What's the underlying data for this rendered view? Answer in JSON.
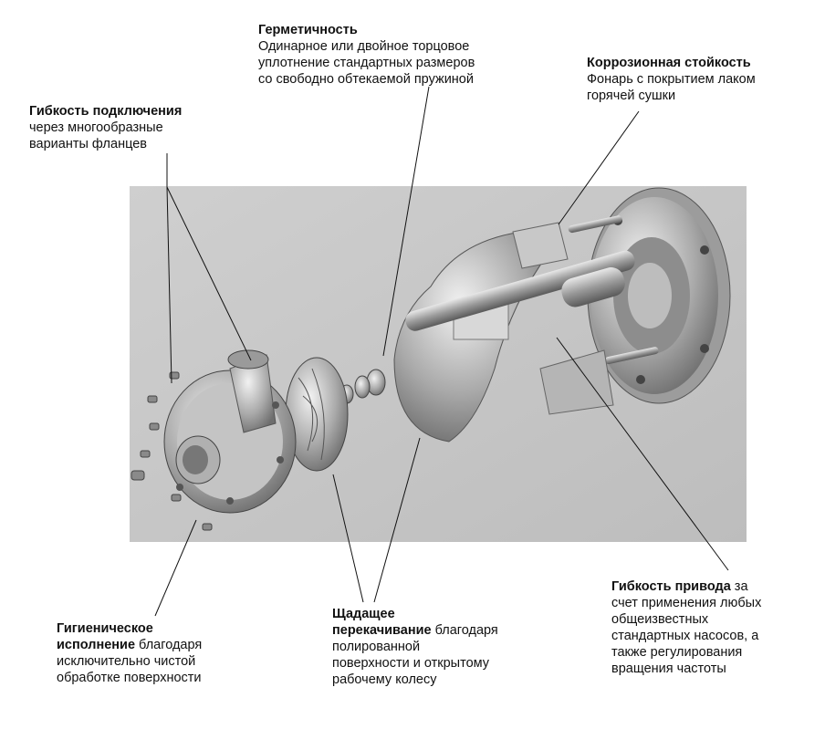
{
  "callouts": {
    "hermetic": {
      "title": "Герметичность",
      "lines": [
        "Одинарное или двойное торцовое",
        "уплотнение стандартных размеров",
        "со свободно обтекаемой пружиной"
      ]
    },
    "corrosion": {
      "title": "Коррозионная стойкость",
      "lines": [
        "Фонарь с покрытием лаком",
        "горячей сушки"
      ]
    },
    "connection": {
      "title": "Гибкость подключения",
      "lines": [
        "через многообразные",
        "варианты фланцев"
      ]
    },
    "hygienic": {
      "title_1": "Гигиеническое",
      "title_2": "исполнение",
      "rest_1": " благодаря",
      "lines": [
        "исключительно чистой",
        "обработке поверхности"
      ]
    },
    "gentle": {
      "title_1": "Щадащее",
      "title_2": "перекачивание",
      "rest_2": " благодаря",
      "lines": [
        "полированной",
        "поверхности и открытому",
        "рабочему колесу"
      ]
    },
    "drive": {
      "title": "Гибкость привода",
      "rest_1": " за",
      "lines": [
        "счет применения любых",
        "общеизвестных",
        "стандартных насосов, а",
        "также регулирования",
        "вращения частоты"
      ]
    }
  }
}
